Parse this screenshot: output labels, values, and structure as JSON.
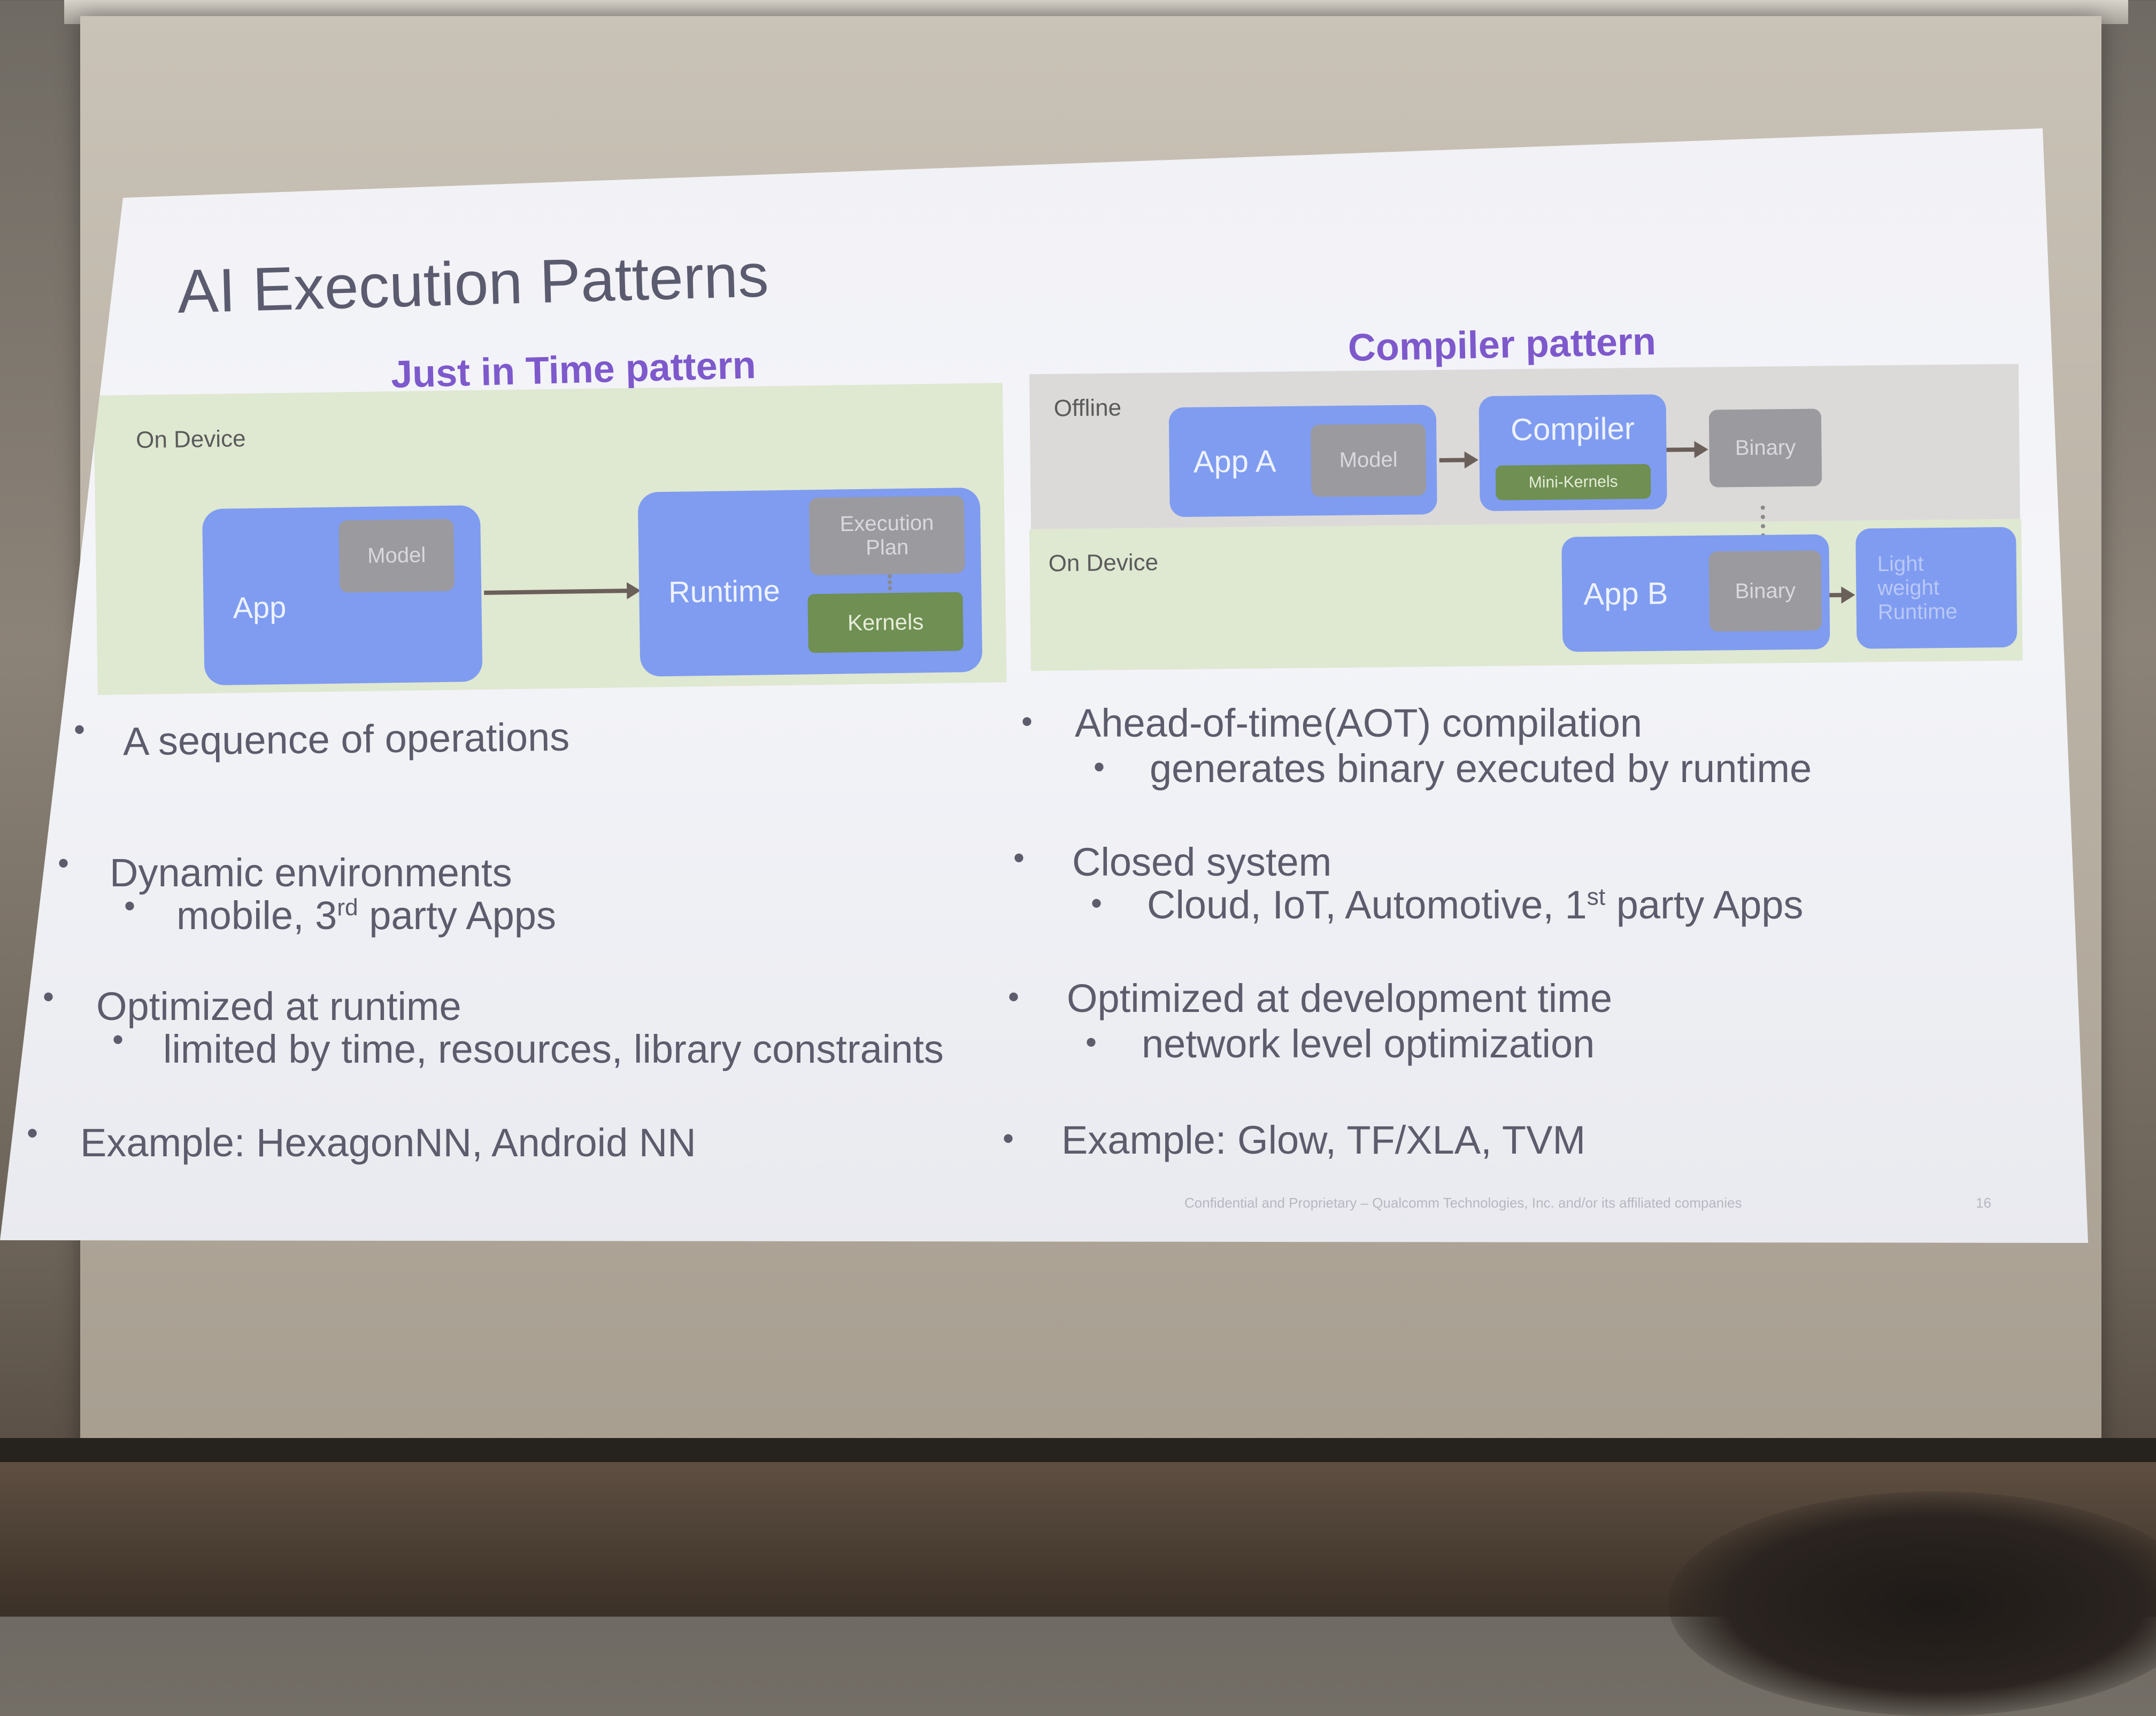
{
  "slide": {
    "title": "AI Execution Patterns",
    "footer": "Confidential and Proprietary – Qualcomm Technologies, Inc. and/or its affiliated companies",
    "page_number": "16"
  },
  "jit": {
    "heading": "Just in Time pattern",
    "panel_label": "On Device",
    "app_label": "App",
    "model_label": "Model",
    "runtime_label": "Runtime",
    "execution_plan_line1": "Execution",
    "execution_plan_line2": "Plan",
    "kernels_label": "Kernels",
    "bullets": [
      {
        "text": "A sequence of operations"
      },
      {
        "text": "Dynamic environments",
        "sub_pre": "mobile, 3",
        "sub_sup": "rd",
        "sub_post": " party Apps"
      },
      {
        "text": "Optimized at runtime",
        "sub": "limited by time, resources, library constraints"
      },
      {
        "text": "Example: HexagonNN, Android NN"
      }
    ]
  },
  "compiler": {
    "heading": "Compiler pattern",
    "offline_label": "Offline",
    "ondevice_label": "On Device",
    "app_a_label": "App A",
    "model_label": "Model",
    "compiler_label": "Compiler",
    "mini_kernels_label": "Mini-Kernels",
    "binary_label": "Binary",
    "app_b_label": "App B",
    "binary_b_label": "Binary",
    "lw_line1": "Light",
    "lw_line2": "weight",
    "lw_line3": "Runtime",
    "bullets": [
      {
        "text": "Ahead-of-time(AOT) compilation",
        "sub": "generates binary executed by runtime"
      },
      {
        "text": "Closed system",
        "sub_pre": "Cloud, IoT, Automotive, 1",
        "sub_sup": "st",
        "sub_post": " party Apps"
      },
      {
        "text": "Optimized at development time",
        "sub": "network level optimization"
      },
      {
        "text": "Example: Glow, TF/XLA, TVM"
      }
    ]
  },
  "colors": {
    "heading_purple": "#7e59cc",
    "box_blue": "#7f9cf0",
    "panel_green": "#dfe8d1",
    "panel_gray": "#dcdad9",
    "box_olive": "#6f8f53"
  }
}
